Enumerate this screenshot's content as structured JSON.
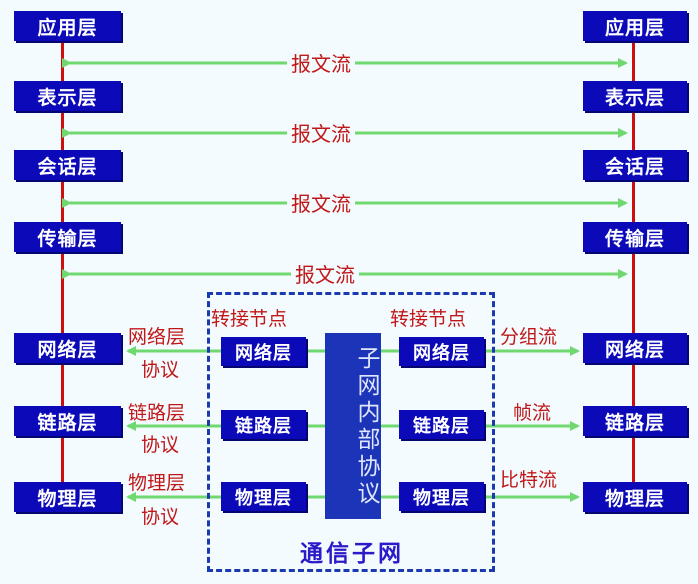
{
  "host_left": {
    "layers": [
      "应用层",
      "表示层",
      "会话层",
      "传输层",
      "网络层",
      "链路层",
      "物理层"
    ]
  },
  "host_right": {
    "layers": [
      "应用层",
      "表示层",
      "会话层",
      "传输层",
      "网络层",
      "链路层",
      "物理层"
    ]
  },
  "message_flow_label": "报文流",
  "protocols_left": [
    "网络层",
    "协议",
    "链路层",
    "协议",
    "物理层",
    "协议"
  ],
  "switch_node_label": "转接节点",
  "node_a": [
    "网络层",
    "链路层",
    "物理层"
  ],
  "node_b": [
    "网络层",
    "链路层",
    "物理层"
  ],
  "subnet_internal_protocol": "子网内部协议",
  "subnet_label": "通信子网",
  "right_flows": [
    "分组流",
    "帧流",
    "比特流"
  ],
  "colors": {
    "layer_fill": "#0b09b8",
    "arrow": "#6fd86f",
    "label_red": "#c01818",
    "line_red": "#cc1010",
    "subnet_blue": "#1c35b8"
  }
}
